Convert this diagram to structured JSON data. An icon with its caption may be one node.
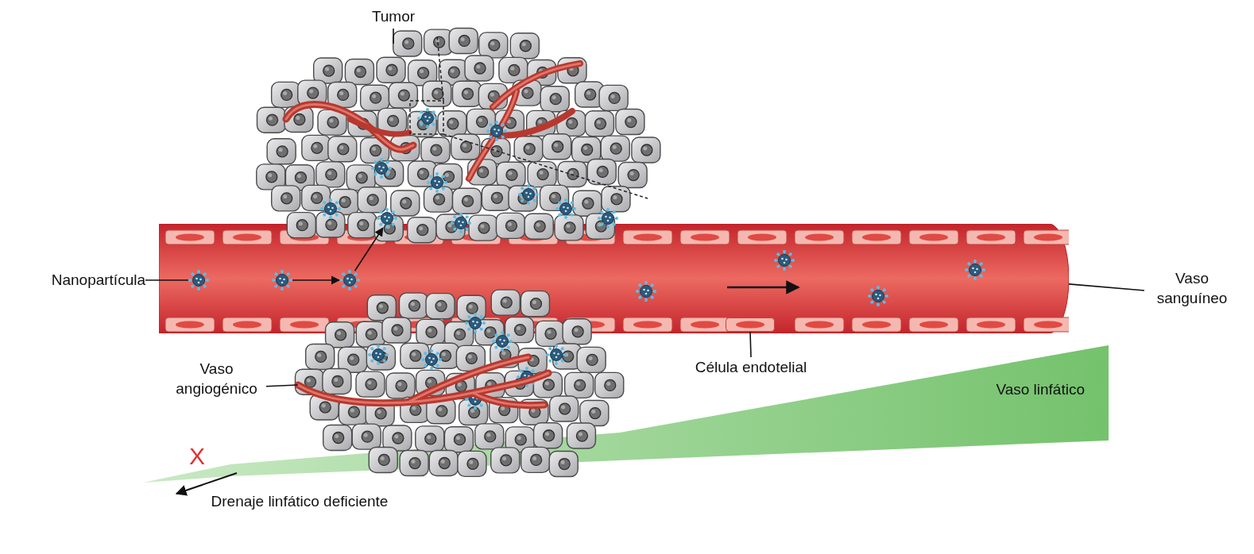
{
  "diagram": {
    "nodes": [
      {
        "text": [
          "Tumor"
        ]
      },
      {
        "text": [],
        "shape": "picture"
      },
      {
        "text": [
          "Nanopartícula"
        ]
      },
      {
        "text": [],
        "shape": "circle",
        "in": 8
      },
      {
        "text": [],
        "shape": "circle",
        "in": 8
      },
      {
        "text": [],
        "shape": "circle",
        "in": 8
      },
      {
        "text": [],
        "shape": "circle",
        "in": 1
      },
      {
        "text": [
          "Vaso sanguíneo"
        ]
      },
      {
        "text": [],
        "shape": "cylinder"
      },
      {
        "text": [
          "Célula endotelial"
        ]
      },
      {
        "text": [],
        "shape": "box",
        "in": 8
      },
      {
        "text": [
          "Vaso angiogénico"
        ]
      },
      {
        "text": [],
        "shape": "picture"
      },
      {
        "text": [
          "Vaso linfático"
        ]
      }
    ],
    "edges": [
      {
        "from": 0,
        "to": 1,
        "arrow": "none"
      },
      {
        "from": 2,
        "to": 3,
        "arrow": "none"
      },
      {
        "from": 4,
        "to": 5,
        "arrow": "to"
      },
      {
        "from": 5,
        "to": 6,
        "arrow": "to"
      },
      {
        "from": 7,
        "to": 8,
        "arrow": "none"
      },
      {
        "from": 9,
        "to": 10,
        "arrow": "none"
      },
      {
        "from": 11,
        "to": 12,
        "arrow": "none"
      }
    ],
    "labels": [
      "X",
      "Drenaje linfático deficiente"
    ]
  }
}
